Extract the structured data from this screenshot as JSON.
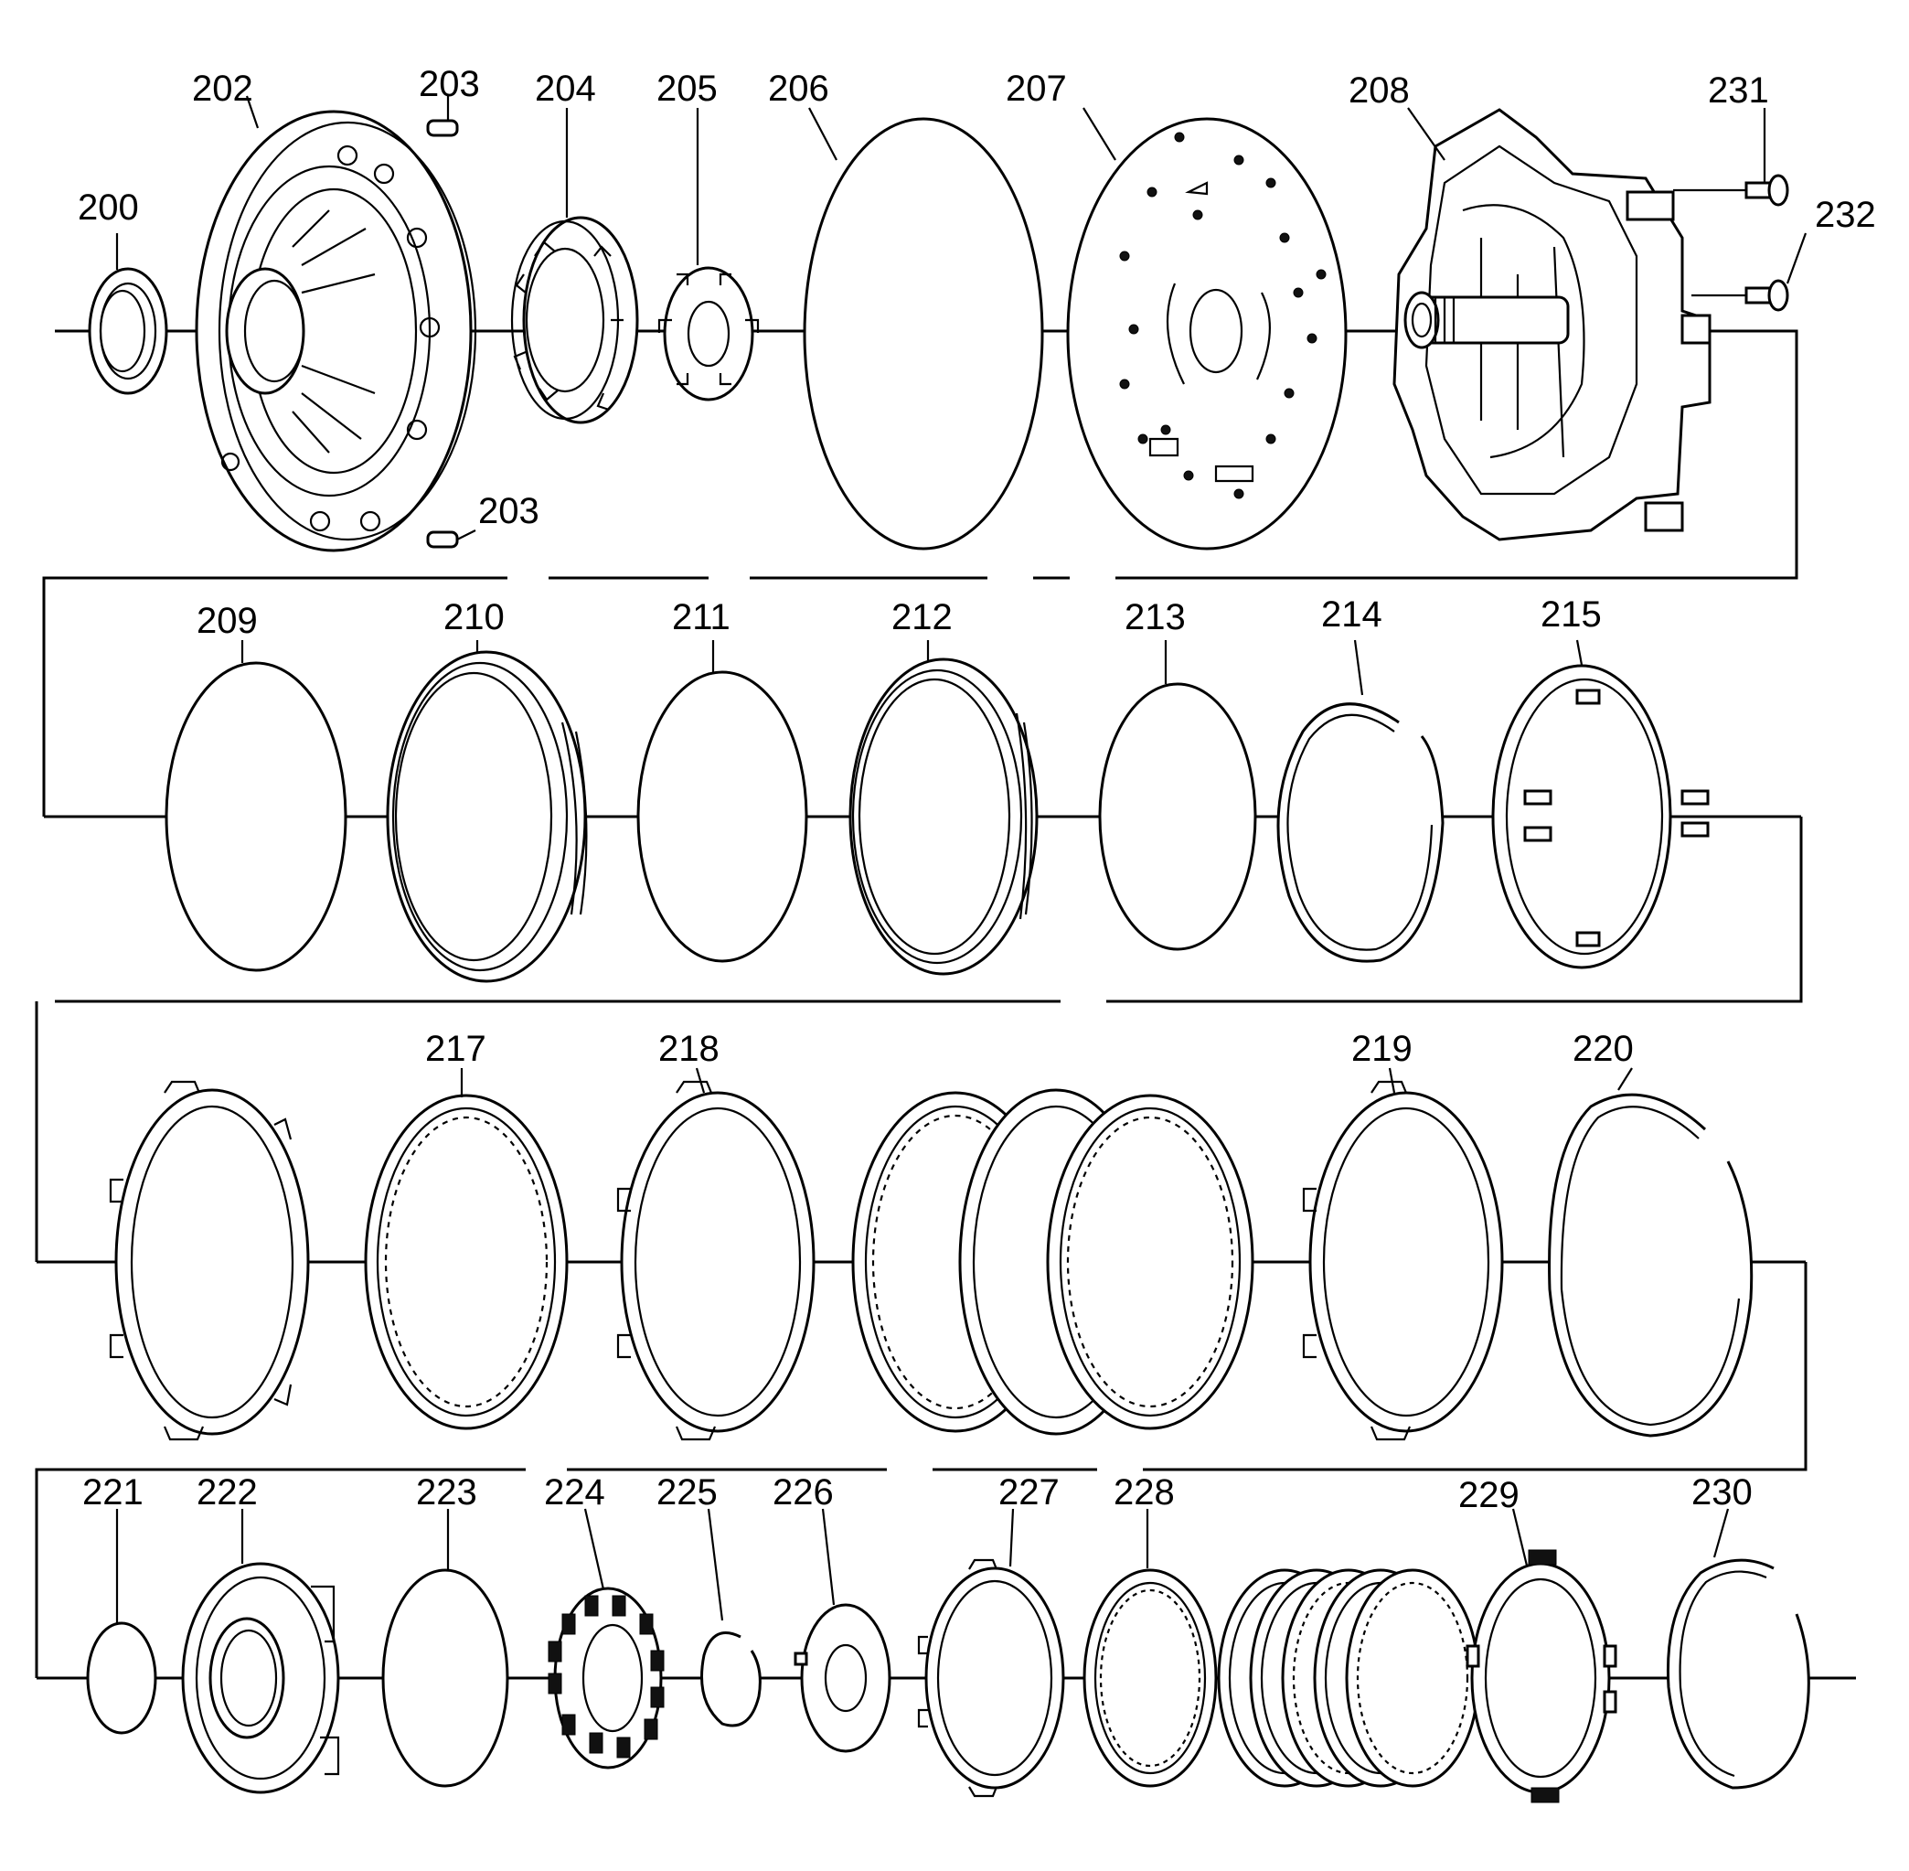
{
  "diagram": {
    "rows": [
      {
        "row": 1,
        "callouts": [
          "200",
          "202",
          "203",
          "203",
          "204",
          "205",
          "206",
          "207",
          "208",
          "231",
          "232"
        ]
      },
      {
        "row": 2,
        "callouts": [
          "209",
          "210",
          "211",
          "212",
          "213",
          "214",
          "215"
        ]
      },
      {
        "row": 3,
        "callouts": [
          "217",
          "218",
          "219",
          "220"
        ]
      },
      {
        "row": 4,
        "callouts": [
          "221",
          "222",
          "223",
          "224",
          "225",
          "226",
          "227",
          "228",
          "229",
          "230"
        ]
      }
    ],
    "labels": {
      "l200": "200",
      "l202": "202",
      "l203a": "203",
      "l203b": "203",
      "l204": "204",
      "l205": "205",
      "l206": "206",
      "l207": "207",
      "l208": "208",
      "l231": "231",
      "l232": "232",
      "l209": "209",
      "l210": "210",
      "l211": "211",
      "l212": "212",
      "l213": "213",
      "l214": "214",
      "l215": "215",
      "l217": "217",
      "l218": "218",
      "l219": "219",
      "l220": "220",
      "l221": "221",
      "l222": "222",
      "l223": "223",
      "l224": "224",
      "l225": "225",
      "l226": "226",
      "l227": "227",
      "l228": "228",
      "l229": "229",
      "l230": "230"
    },
    "colors": {
      "ink": "#000000",
      "background": "#ffffff"
    }
  }
}
